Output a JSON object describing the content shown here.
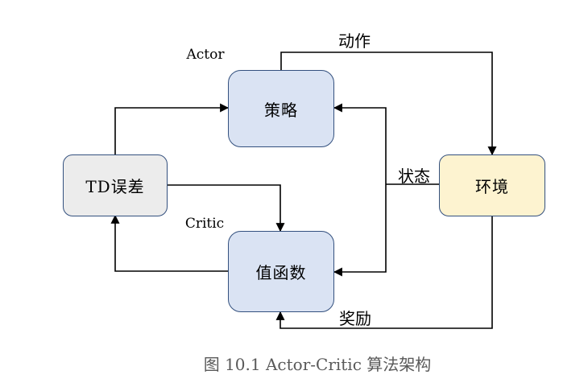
{
  "figure": {
    "caption": "图 10.1 Actor-Critic 算法架构",
    "annotations": {
      "actor": "Actor",
      "critic": "Critic"
    },
    "nodes": {
      "policy": {
        "label": "策略",
        "fill": "#dae3f3",
        "border": "#33507e"
      },
      "td_error": {
        "label": "TD误差",
        "fill": "#ececec",
        "border": "#33507e"
      },
      "environment": {
        "label": "环境",
        "fill": "#fdf3d0",
        "border": "#33507e"
      },
      "value_function": {
        "label": "值函数",
        "fill": "#dae3f3",
        "border": "#33507e"
      }
    },
    "edge_labels": {
      "action": "动作",
      "state": "状态",
      "reward": "奖励"
    },
    "edges": [
      {
        "from": "policy",
        "to": "environment",
        "label_key": "action"
      },
      {
        "from": "environment",
        "to": "policy",
        "label_key": "state"
      },
      {
        "from": "environment",
        "to": "value_function",
        "label_key": "state"
      },
      {
        "from": "environment",
        "to": "value_function",
        "label_key": "reward"
      },
      {
        "from": "td_error",
        "to": "policy",
        "label_key": null
      },
      {
        "from": "td_error",
        "to": "value_function",
        "label_key": null
      },
      {
        "from": "value_function",
        "to": "td_error",
        "label_key": null
      }
    ],
    "colors": {
      "line": "#000000",
      "caption_text": "#595959",
      "background": "#ffffff"
    }
  }
}
